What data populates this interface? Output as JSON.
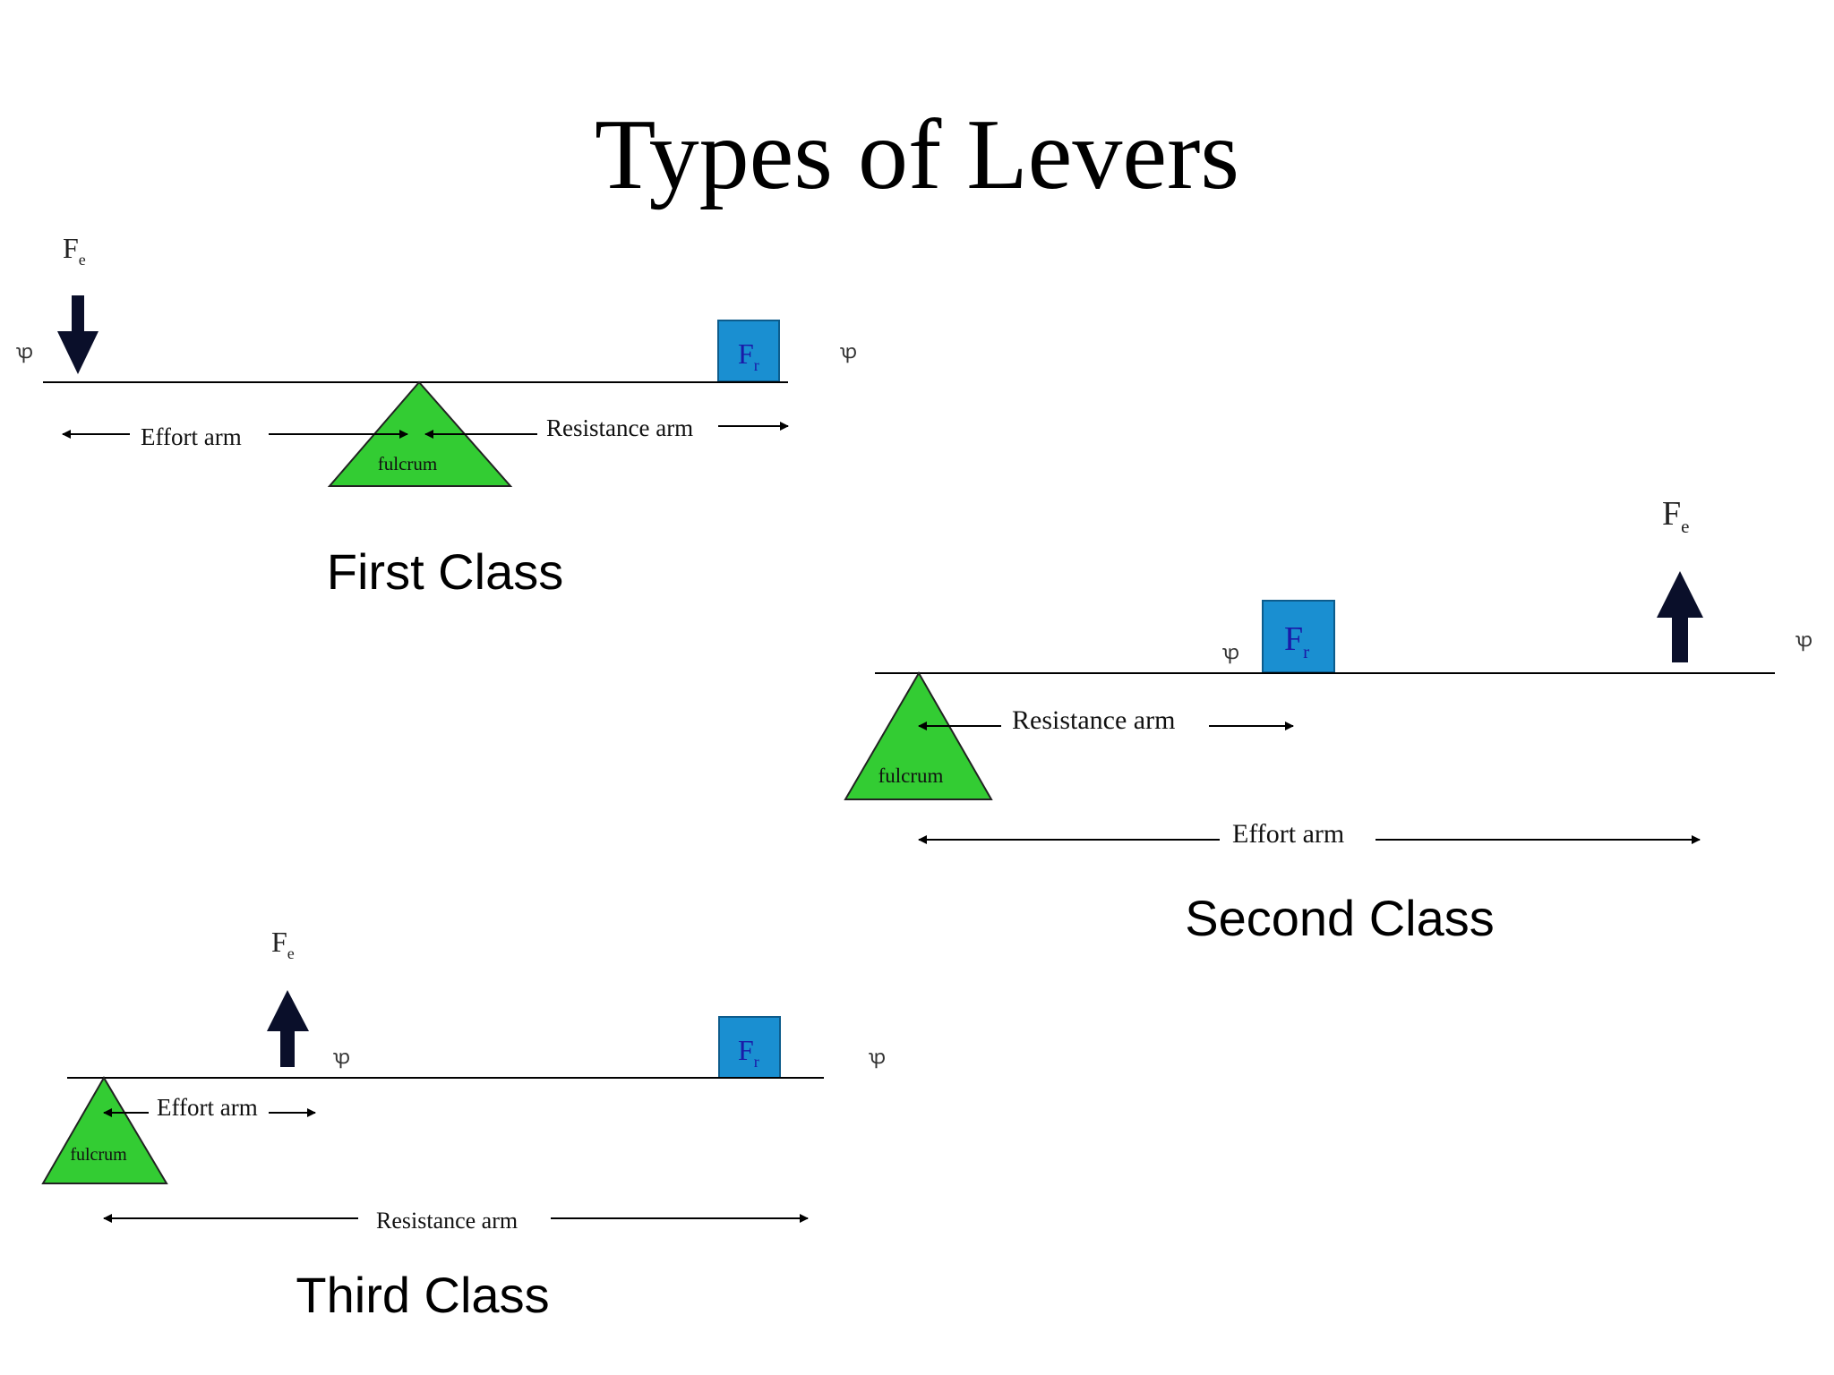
{
  "title": "Types of Levers",
  "labels": {
    "effort_force": "F",
    "effort_sub": "e",
    "resistance_force": "F",
    "resistance_sub": "r",
    "effort_arm": "Effort arm",
    "resistance_arm": "Resistance arm",
    "fulcrum": "fulcrum"
  },
  "classes": {
    "first": "First Class",
    "second": "Second Class",
    "third": "Third Class"
  },
  "colors": {
    "fulcrum": "#33cc33",
    "load_box": "#1a8fd1",
    "load_text": "#1a1aa8",
    "arrow": "#0a0f2a"
  }
}
